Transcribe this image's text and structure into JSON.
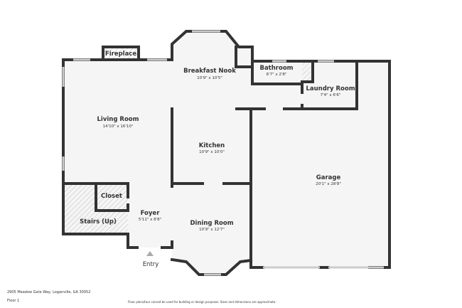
{
  "rooms": [
    {
      "name": "Breakfast Nook",
      "dim": "10'9\" x 10'5\""
    },
    {
      "name": "Living Room",
      "dim": "14'10\" x 16'10\""
    },
    {
      "name": "Kitchen",
      "dim": "10'9\" x 10'0\""
    },
    {
      "name": "Bathroom",
      "dim": "6'7\" x 2'8\""
    },
    {
      "name": "Laundry Room",
      "dim": "7'4\" x 6'6\""
    },
    {
      "name": "Garage",
      "dim": "20'1\" x 28'8\""
    },
    {
      "name": "Foyer",
      "dim": "5'11\" x 8'8\""
    },
    {
      "name": "Dining Room",
      "dim": "10'9\" x 12'7\""
    }
  ],
  "labels": {
    "fireplace": "Fireplace",
    "closet": "Closet",
    "stairs": "Stairs (Up)",
    "entry": "Entry"
  },
  "footer": {
    "address": "2905 Meadow Gate Way, Loganville, GA 30052",
    "floor": "Floor 1",
    "disclaimer": "Floor plans/tour cannot be used for building or design purposes. Sizes and dimensions are approximate."
  },
  "colors": {
    "wall": "#333333",
    "floor": "#f5f5f5",
    "hatch": "#bbbbbb"
  }
}
